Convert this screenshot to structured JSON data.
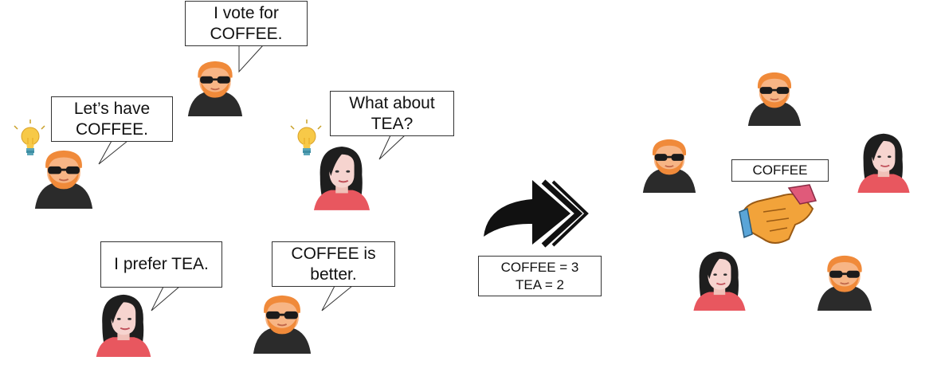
{
  "speech_bubbles": [
    {
      "id": "vote-coffee",
      "lines": [
        "I vote for",
        "COFFEE."
      ],
      "speaker": "man"
    },
    {
      "id": "lets-have-coffee",
      "lines": [
        "Let’s have",
        "COFFEE."
      ],
      "speaker": "man"
    },
    {
      "id": "what-about-tea",
      "lines": [
        "What about",
        "TEA?"
      ],
      "speaker": "woman"
    },
    {
      "id": "prefer-tea",
      "lines": [
        "I prefer TEA."
      ],
      "speaker": "woman"
    },
    {
      "id": "coffee-better",
      "lines": [
        "COFFEE is",
        "better."
      ],
      "speaker": "man"
    }
  ],
  "tally": {
    "lines": [
      "COFFEE = 3",
      "TEA = 2"
    ]
  },
  "consensus": {
    "label": "COFFEE"
  },
  "icons": {
    "idea": "lightbulb-icon",
    "transition": "curved-arrow-icon",
    "agreement": "handshake-icon"
  },
  "colors": {
    "hair_man": "#f08a3a",
    "skin": "#f7b585",
    "shirt_dark": "#2b2b2b",
    "hair_woman": "#1e1e1e",
    "skin_woman": "#f6d4cf",
    "top_woman": "#e8575f",
    "bulb": "#f7c948",
    "arrow": "#111111",
    "handshake": "#f2a33a"
  }
}
